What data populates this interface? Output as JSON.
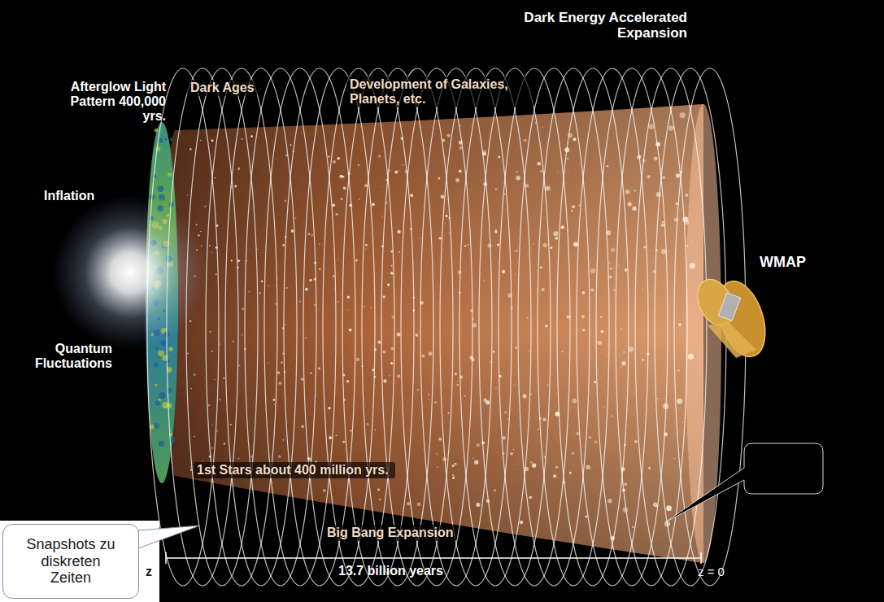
{
  "diagram": {
    "nodes": [
      {
        "text": [
          "Snapshots zu diskreten Zeiten"
        ]
      }
    ],
    "labels": [
      "Dark Energy Accelerated Expansion",
      "Afterglow Light Pattern 400,000 yrs.",
      "Dark Ages",
      "Development of Galaxies, Planets, etc.",
      "Inflation",
      "WMAP",
      "Quantum Fluctuations",
      "1st Stars about 400 million yrs.",
      "Big Bang Expansion",
      "z",
      "13.7 billion years",
      "z = 0"
    ]
  }
}
